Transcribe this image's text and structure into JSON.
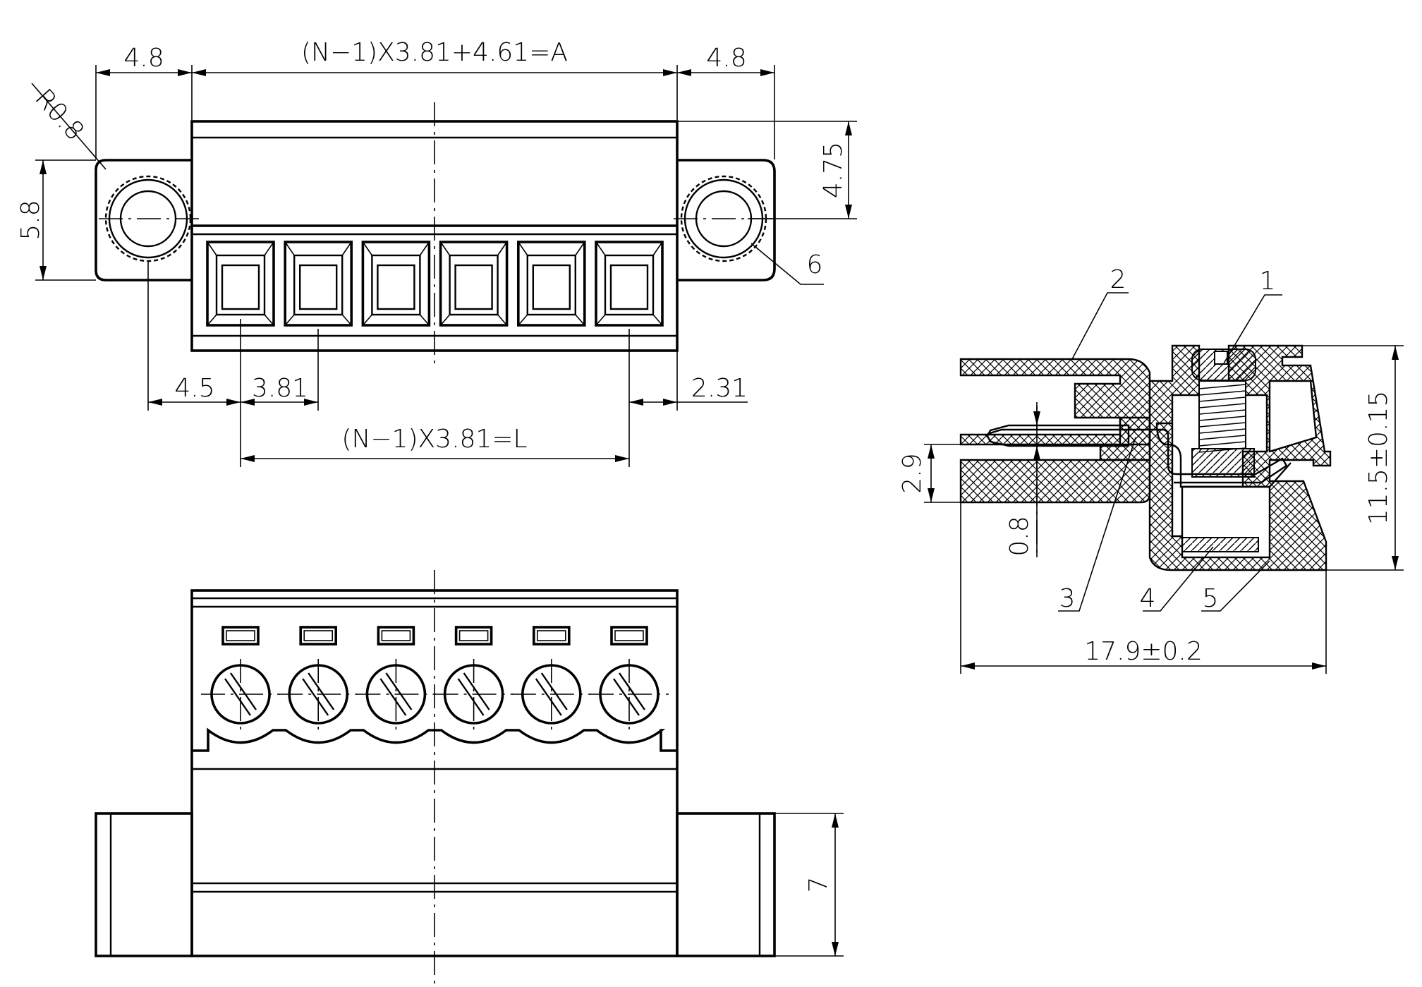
{
  "dimensions": {
    "top_left_ear": "4.8",
    "top_formula_a": "(N−1)X3.81+4.61=A",
    "top_right_ear": "4.8",
    "radius": "R0.8",
    "ear_height": "5.8",
    "upper_height": "4.75",
    "hole_offset": "4.5",
    "pitch": "3.81",
    "end_offset": "2.31",
    "formula_l": "(N−1)X3.81=L",
    "side_pin_height": "2.9",
    "side_pin_thickness": "0.8",
    "side_height": "11.5±0.15",
    "side_length": "17.9±0.2",
    "bottom_height": "7"
  },
  "callouts": [
    "1",
    "2",
    "3",
    "4",
    "5",
    "6"
  ],
  "pole_count": 6
}
